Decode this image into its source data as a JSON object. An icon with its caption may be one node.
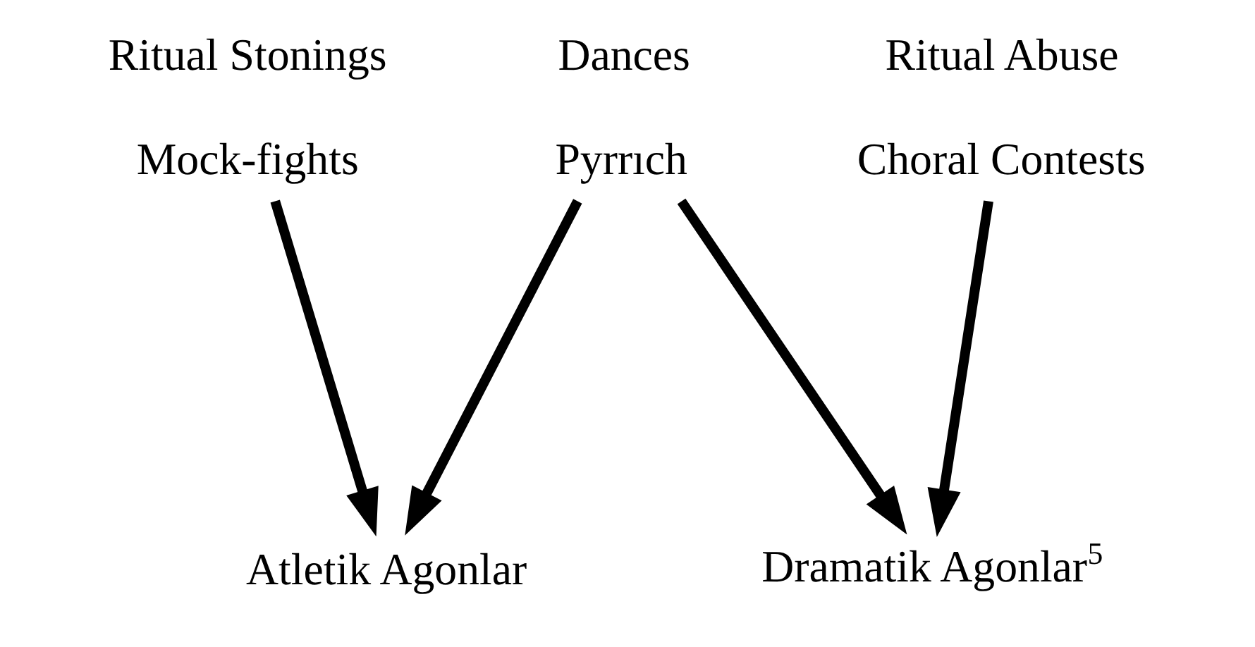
{
  "diagram": {
    "nodes": [
      {
        "text": [
          "Ritual Stonings",
          "Mock-fights"
        ]
      },
      {
        "text": [
          "Dances",
          "Pyrrıch"
        ]
      },
      {
        "text": [
          "Ritual Abuse",
          "Choral Contests"
        ]
      },
      {
        "text": [
          "Atletik Agonlar"
        ]
      },
      {
        "text": [
          "Dramatik Agonlar$^{5}$"
        ]
      }
    ],
    "edges": [
      {
        "from": 0,
        "to": 3,
        "arrow": "to"
      },
      {
        "from": 1,
        "to": 3,
        "arrow": "to"
      },
      {
        "from": 1,
        "to": 4,
        "arrow": "to"
      },
      {
        "from": 2,
        "to": 4,
        "arrow": "to"
      }
    ]
  }
}
